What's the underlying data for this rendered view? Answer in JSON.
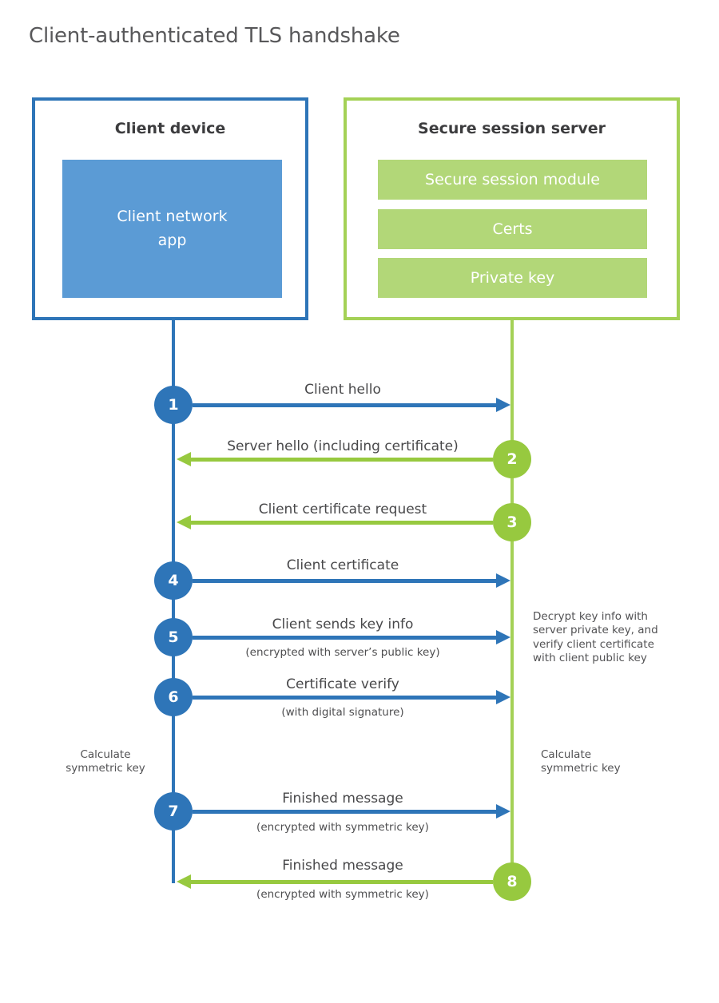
{
  "title": "Client-authenticated TLS handshake",
  "colors": {
    "blue_accent": "#2e75b8",
    "blue_fill": "#5b9bd5",
    "green_border": "#a4d156",
    "green_fill": "#b2d778",
    "green_accent": "#97c93f",
    "text": "#48484a"
  },
  "client_box": {
    "title": "Client device",
    "app_label": "Client network app"
  },
  "server_box": {
    "title": "Secure session server",
    "modules": [
      "Secure session module",
      "Certs",
      "Private key"
    ]
  },
  "steps": [
    {
      "num": "1",
      "direction": "client-to-server",
      "label": "Client hello",
      "sublabel": ""
    },
    {
      "num": "2",
      "direction": "server-to-client",
      "label": "Server hello (including certificate)",
      "sublabel": ""
    },
    {
      "num": "3",
      "direction": "server-to-client",
      "label": "Client certificate request",
      "sublabel": ""
    },
    {
      "num": "4",
      "direction": "client-to-server",
      "label": "Client certificate",
      "sublabel": ""
    },
    {
      "num": "5",
      "direction": "client-to-server",
      "label": "Client sends key info",
      "sublabel": "(encrypted with server’s public key)"
    },
    {
      "num": "6",
      "direction": "client-to-server",
      "label": "Certificate verify",
      "sublabel": "(with digital signature)"
    },
    {
      "num": "7",
      "direction": "client-to-server",
      "label": "Finished message",
      "sublabel": "(encrypted with symmetric key)"
    },
    {
      "num": "8",
      "direction": "server-to-client",
      "label": "Finished message",
      "sublabel": "(encrypted with symmetric key)"
    }
  ],
  "notes": {
    "decrypt_note": "Decrypt key info with server private key, and verify client certificate with client public key",
    "calc_left": "Calculate symmetric key",
    "calc_right": "Calculate symmetric key"
  }
}
